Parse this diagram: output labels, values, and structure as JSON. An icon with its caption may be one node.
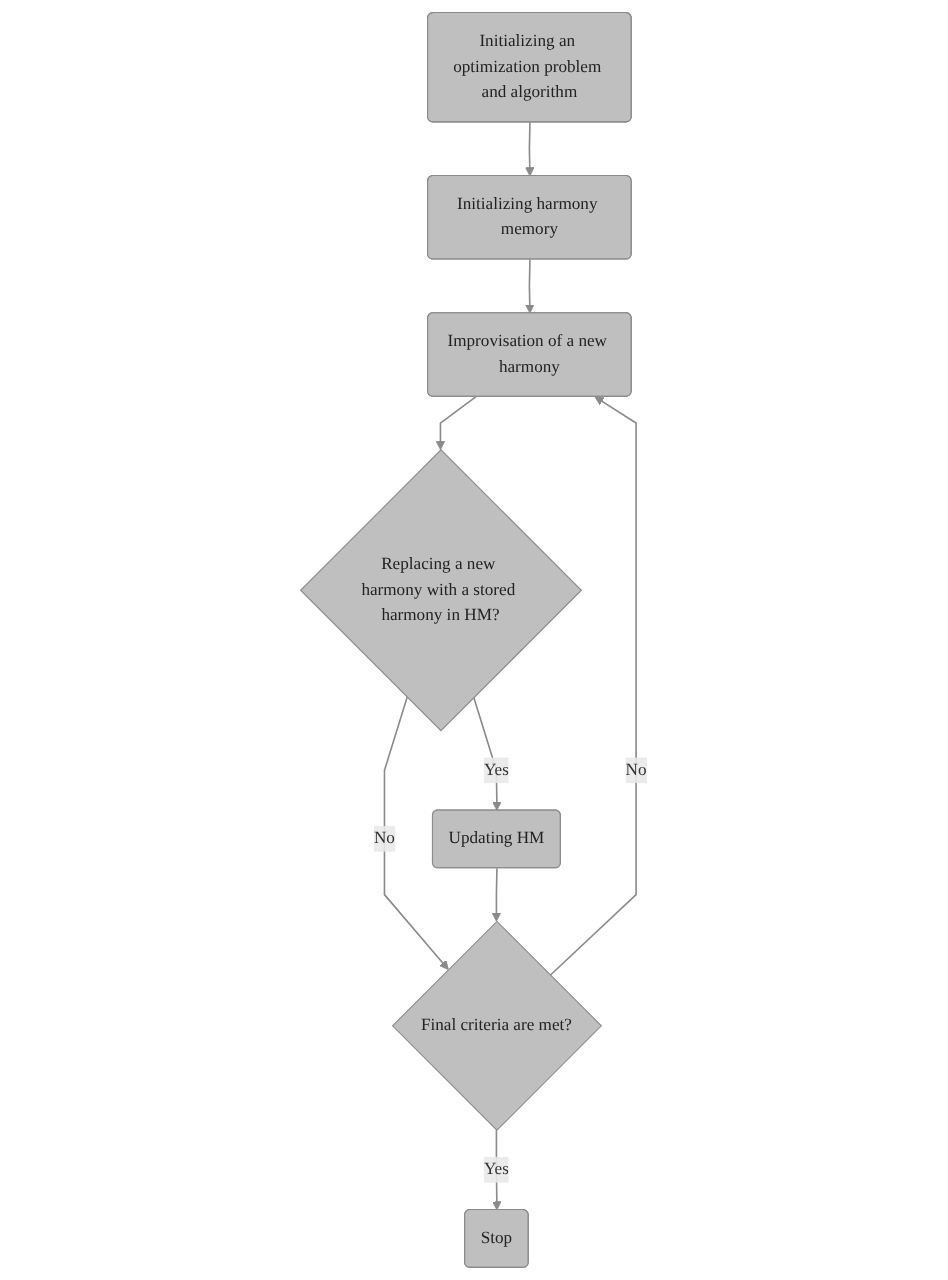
{
  "diagram": {
    "nodes": [
      {
        "text": [
          "Initializing an optimization problem and algorithm"
        ]
      },
      {
        "text": [
          "Initializing harmony memory"
        ]
      },
      {
        "text": [
          "Improvisation of a new harmony"
        ]
      },
      {
        "text": [
          "Replacing a new harmony with a stored harmony in HM?"
        ]
      },
      {
        "text": [
          "Updating HM"
        ]
      },
      {
        "text": [
          "Final criteria are met?"
        ]
      },
      {
        "text": [
          "Stop"
        ]
      }
    ],
    "edges": [
      {
        "from": 0,
        "to": 1,
        "arrow": "to"
      },
      {
        "from": 1,
        "to": 2,
        "arrow": "to"
      },
      {
        "from": 2,
        "to": 3,
        "arrow": "to"
      },
      {
        "from": 3,
        "to": 4,
        "label": "Yes",
        "arrow": "to"
      },
      {
        "from": 3,
        "to": 5,
        "label": "No",
        "arrow": "to"
      },
      {
        "from": 4,
        "to": 5,
        "arrow": "to"
      },
      {
        "from": 5,
        "to": 2,
        "label": "No",
        "arrow": "to"
      },
      {
        "from": 5,
        "to": 6,
        "label": "Yes",
        "arrow": "to"
      }
    ]
  }
}
